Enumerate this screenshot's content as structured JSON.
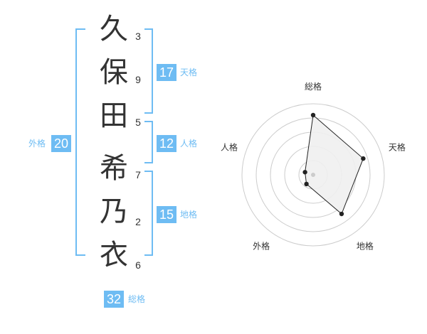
{
  "name_chars": [
    {
      "char": "久",
      "strokes": "3"
    },
    {
      "char": "保",
      "strokes": "9"
    },
    {
      "char": "田",
      "strokes": "5"
    },
    {
      "char": "希",
      "strokes": "7"
    },
    {
      "char": "乃",
      "strokes": "2"
    },
    {
      "char": "衣",
      "strokes": "6"
    }
  ],
  "fortune": {
    "tenkaku": {
      "value": "17",
      "label": "天格"
    },
    "jinkaku": {
      "value": "12",
      "label": "人格"
    },
    "chikaku": {
      "value": "15",
      "label": "地格"
    },
    "gaikaku": {
      "value": "20",
      "label": "外格"
    },
    "soukaku": {
      "value": "32",
      "label": "総格"
    }
  },
  "colors": {
    "accent": "#6ebcf3",
    "text": "#333333",
    "grid": "#cccccc",
    "fill": "#f0f0f0"
  },
  "chart_data": {
    "type": "radar",
    "axes": [
      "総格",
      "天格",
      "地格",
      "外格",
      "人格"
    ],
    "values": [
      4.2,
      3.7,
      3.4,
      0.8,
      0.6
    ],
    "max": 5,
    "rings": 5
  }
}
